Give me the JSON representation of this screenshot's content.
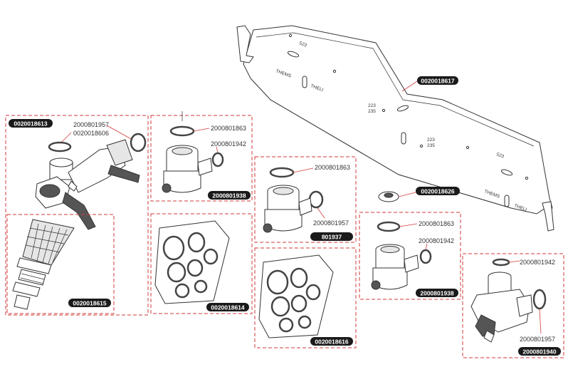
{
  "accent_color": "#d23a3a",
  "bracket": {
    "code": "0020018617",
    "marks": [
      "523",
      "223",
      "235",
      "223",
      "235",
      "523"
    ],
    "inscriptions": [
      "THEMS",
      "THELI",
      "THEMS",
      "THELI"
    ]
  },
  "valve_set": {
    "code": "0020018613",
    "parts": [
      "2000801957",
      "0020018606"
    ]
  },
  "filter": {
    "code": "0020018615"
  },
  "valve_1938_a": {
    "code": "2000801938",
    "parts": [
      "2000801863",
      "2000801942"
    ]
  },
  "valve_1937": {
    "code": "801937",
    "parts": [
      "2000801863",
      "2000801957"
    ]
  },
  "valve_1938_b": {
    "code": "2000801938",
    "parts": [
      "2000801863",
      "2000801942"
    ]
  },
  "gasket_kit_1": {
    "code": "0020018614"
  },
  "gasket_kit_2": {
    "code": "0020018616"
  },
  "cap": {
    "code": "0020018626"
  },
  "valve_1940": {
    "code": "2000801940",
    "parts": [
      "2000801942",
      "2000801957"
    ]
  }
}
